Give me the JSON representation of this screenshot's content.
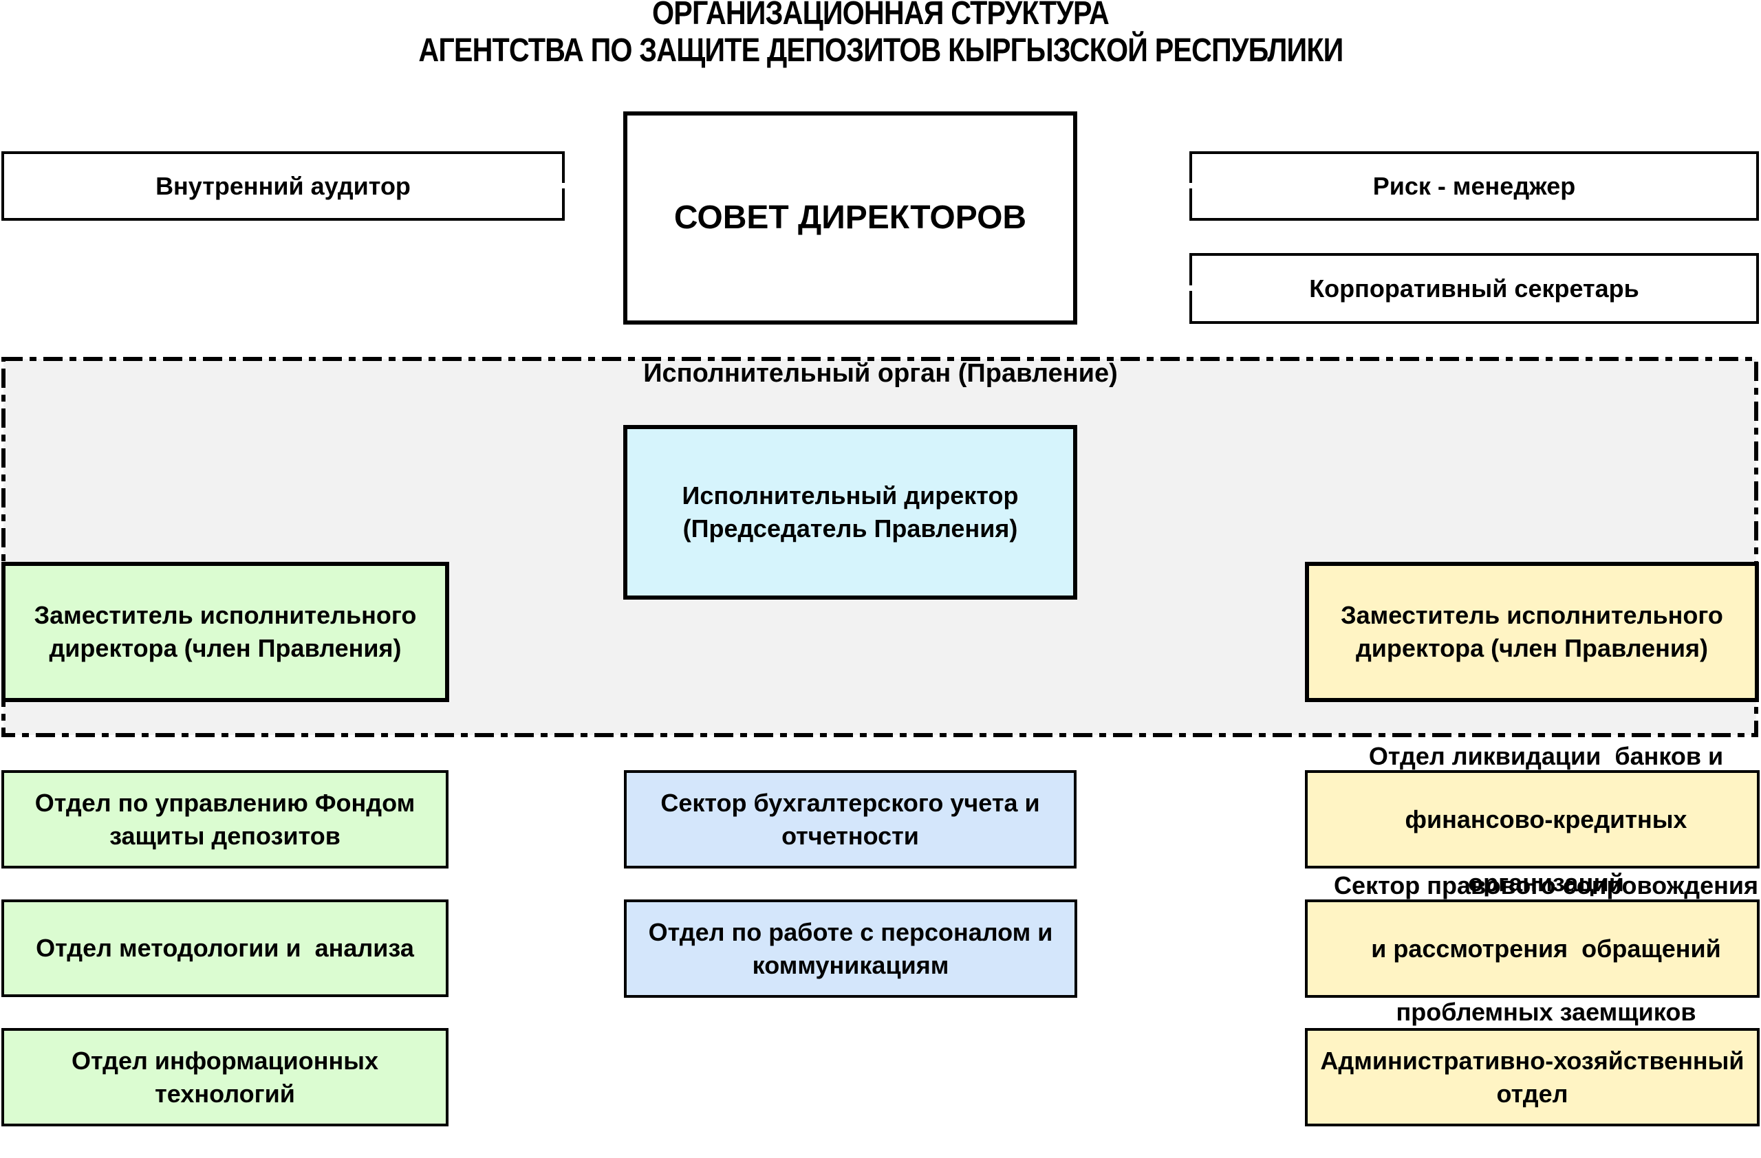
{
  "title": {
    "line1": "ОРГАНИЗАЦИОННАЯ СТРУКТУРА",
    "line2": "АГЕНТСТВА ПО ЗАЩИТЕ ДЕПОЗИТОВ КЫРГЫЗСКОЙ РЕСПУБЛИКИ"
  },
  "top": {
    "internal_auditor": "Внутренний аудитор",
    "board": "СОВЕТ ДИРЕКТОРОВ",
    "risk_manager": "Риск - менеджер",
    "corporate_secretary": "Корпоративный секретарь"
  },
  "executive_body": {
    "label": "Исполнительный орган (Правление)",
    "executive_director": [
      "Исполнительный директор",
      "(Председатель Правления)"
    ],
    "deputy_left": [
      "Заместитель исполнительного",
      "директора (член Правления)"
    ],
    "deputy_right": [
      "Заместитель исполнительного",
      "директора (член Правления)"
    ]
  },
  "departments": {
    "left": [
      [
        "Отдел по управлению Фондом",
        "защиты депозитов"
      ],
      [
        "Отдел методологии и  анализа"
      ],
      [
        "Отдел информационных",
        "технологий"
      ]
    ],
    "center": [
      [
        "Сектор бухгалтерского учета и",
        "отчетности"
      ],
      [
        "Отдел по работе с персоналом и",
        "коммуникациям"
      ]
    ],
    "right": [
      [
        "Отдел ликвидации  банков и",
        "финансово-кредитных",
        "организаций"
      ],
      [
        "Сектор правового сопровождения",
        "и рассмотрения  обращений",
        "проблемных заемщиков"
      ],
      [
        "Административно-хозяйственный",
        "отдел"
      ]
    ]
  },
  "colors": {
    "left_branch": "#dbfcd1",
    "center_branch": "#d4e6fb",
    "executive_director": "#d6f4fc",
    "right_branch": "#fff4c4",
    "executive_region": "#f2f2f2"
  }
}
